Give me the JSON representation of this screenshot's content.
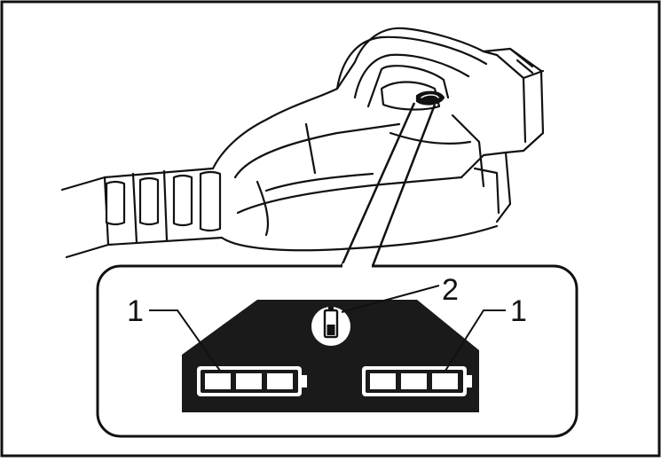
{
  "diagram": {
    "callouts": [
      {
        "id": "left-battery-indicator",
        "label": "1"
      },
      {
        "id": "battery-check-indicator",
        "label": "2"
      },
      {
        "id": "right-battery-indicator",
        "label": "1"
      }
    ],
    "battery_indicator_cells": 3,
    "colors": {
      "ink": "#111111",
      "paper": "#ffffff",
      "panel": "#1a1a1a"
    },
    "icons": [
      "blower-illustration",
      "battery-check-icon",
      "battery-level-icon"
    ]
  }
}
